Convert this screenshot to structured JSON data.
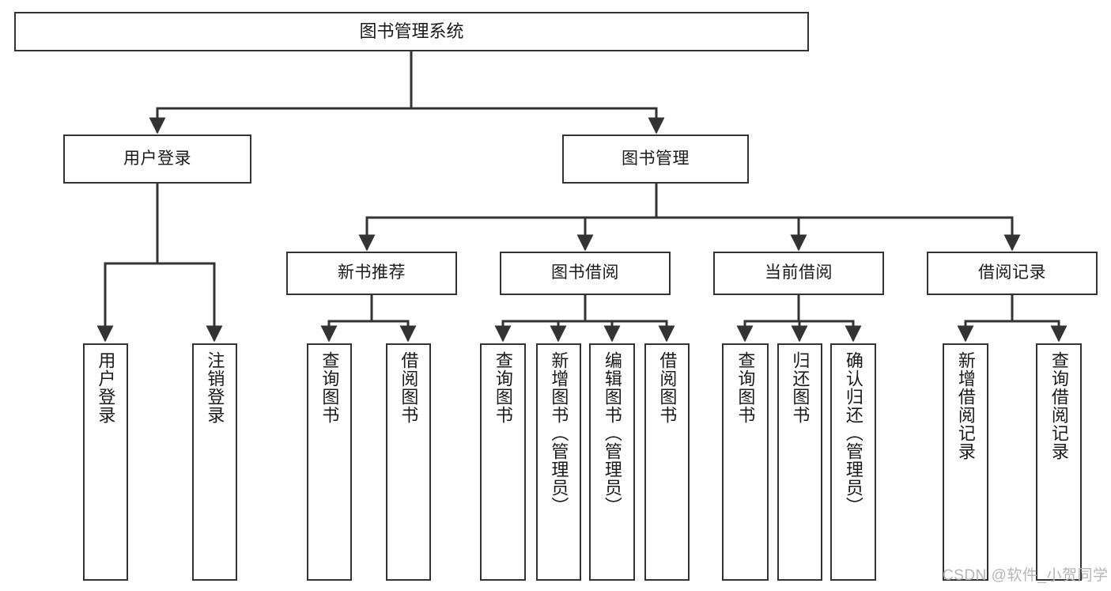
{
  "diagram": {
    "title": "图书管理系统",
    "type": "tree-hierarchy-chart",
    "colors": {
      "box_border": "#333333",
      "box_fill": "#ffffff",
      "edge": "#333333",
      "text": "#1a1a1a",
      "watermark": "#b6b6b6",
      "background": "#ffffff"
    },
    "watermark": "CSDN @软件_小贺同学",
    "nodes": {
      "root": {
        "label": "图书管理系统"
      },
      "level2": [
        {
          "id": "user-login",
          "label": "用户登录"
        },
        {
          "id": "book-manage",
          "label": "图书管理"
        }
      ],
      "level3": [
        {
          "id": "new-book-recommend",
          "label": "新书推荐"
        },
        {
          "id": "book-borrow",
          "label": "图书借阅"
        },
        {
          "id": "current-borrow",
          "label": "当前借阅"
        },
        {
          "id": "borrow-record",
          "label": "借阅记录"
        }
      ],
      "leaves": [
        {
          "id": "leaf-user-login",
          "label": "用户登录",
          "parent": "user-login"
        },
        {
          "id": "leaf-logout-login",
          "label": "注销登录",
          "parent": "user-login"
        },
        {
          "id": "leaf-query-book-1",
          "label": "查询图书",
          "parent": "new-book-recommend"
        },
        {
          "id": "leaf-borrow-book-1",
          "label": "借阅图书",
          "parent": "new-book-recommend"
        },
        {
          "id": "leaf-query-book-2",
          "label": "查询图书",
          "parent": "book-borrow"
        },
        {
          "id": "leaf-add-book",
          "label": "新增图书（管理员）",
          "parent": "book-borrow"
        },
        {
          "id": "leaf-edit-book",
          "label": "编辑图书（管理员）",
          "parent": "book-borrow"
        },
        {
          "id": "leaf-borrow-book-2",
          "label": "借阅图书",
          "parent": "book-borrow"
        },
        {
          "id": "leaf-query-book-3",
          "label": "查询图书",
          "parent": "current-borrow"
        },
        {
          "id": "leaf-return-book",
          "label": "归还图书",
          "parent": "current-borrow"
        },
        {
          "id": "leaf-confirm-return",
          "label": "确认归还（管理员）",
          "parent": "current-borrow"
        },
        {
          "id": "leaf-add-record",
          "label": "新增借阅记录",
          "parent": "borrow-record"
        },
        {
          "id": "leaf-query-record",
          "label": "查询借阅记录",
          "parent": "borrow-record"
        }
      ]
    }
  }
}
